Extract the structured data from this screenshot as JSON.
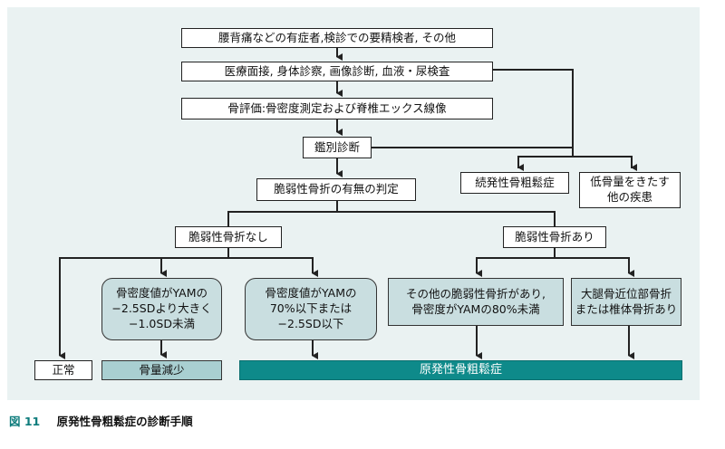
{
  "nodes": {
    "start": "腰背痛などの有症者,検診での要精検者, その他",
    "exam": "医療面接, 身体診察, 画像診断, 血液・尿検査",
    "bone_eval": "骨評価:骨密度測定および脊椎エックス線像",
    "differential": "鑑別診断",
    "secondary": "続発性骨粗鬆症",
    "other_disease": "低骨量をきたす\n他の疾患",
    "fragility_check": "脆弱性骨折の有無の判定",
    "no_fracture": "脆弱性骨折なし",
    "with_fracture": "脆弱性骨折あり",
    "bmd_mid": "骨密度値がYAMの\n−2.5SDより大きく\n−1.0SD未満",
    "bmd_low": "骨密度値がYAMの\n70%以下または\n−2.5SD以下",
    "other_fragility": "その他の脆弱性骨折があり,\n骨密度がYAMの80%未満",
    "femoral": "大腿骨近位部骨折\nまたは椎体骨折あり",
    "normal": "正常",
    "osteopenia": "骨量減少",
    "primary_op": "原発性骨粗鬆症"
  },
  "caption": {
    "number": "図 11",
    "title": "原発性骨粗鬆症の診断手順"
  },
  "colors": {
    "panel_bg": "#eaf2f2",
    "teal": "#0e8a8a",
    "light_teal": "#a9cfd1",
    "gray_teal": "#c9dee0"
  }
}
